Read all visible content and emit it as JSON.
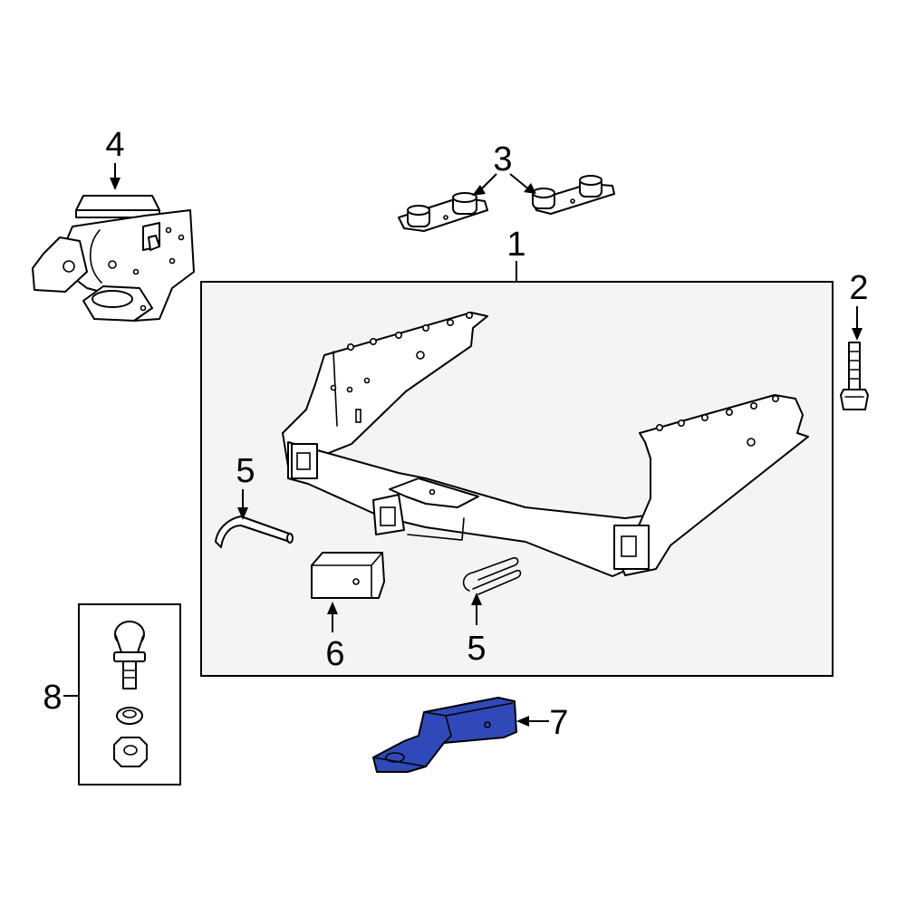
{
  "callouts": {
    "c1": "1",
    "c2": "2",
    "c3": "3",
    "c4": "4",
    "c5a": "5",
    "c5b": "5",
    "c6": "6",
    "c7": "7",
    "c8": "8"
  },
  "colors": {
    "highlight": "#2f49b8",
    "box_fill": "#f4f4f4",
    "line": "#000000"
  },
  "highlighted_part": "7"
}
